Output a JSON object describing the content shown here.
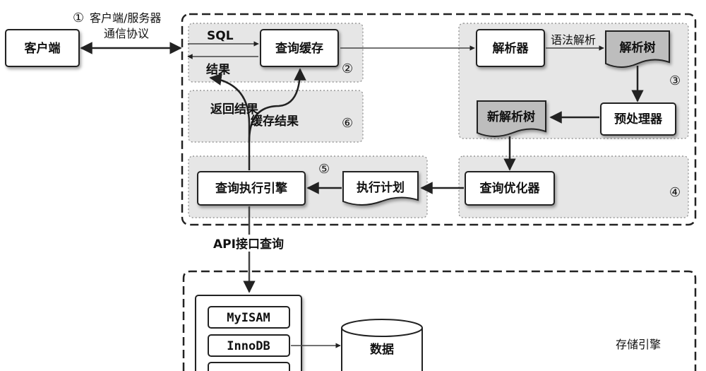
{
  "client": {
    "label": "客户端"
  },
  "protocol": {
    "number": "①",
    "line1": "客户端/服务器",
    "line2": "通信协议"
  },
  "query_cache": {
    "label": "查询缓存",
    "number": "②",
    "sql_label": "SQL",
    "result_label": "结果"
  },
  "parser": {
    "label": "解析器",
    "edge_label": "语法解析",
    "tree_label": "解析树",
    "number": "③"
  },
  "preprocessor": {
    "label": "预处理器",
    "new_tree_label": "新解析树"
  },
  "optimizer": {
    "label": "查询优化器",
    "number": "④"
  },
  "plan": {
    "label": "执行计划"
  },
  "executor": {
    "label": "查询执行引擎",
    "number": "⑤"
  },
  "results": {
    "return_label": "返回结果",
    "cache_label": "缓存结果",
    "number": "⑥"
  },
  "api": {
    "label": "API接口查询"
  },
  "storage": {
    "label": "存储引擎",
    "engines": [
      "MyISAM",
      "InnoDB",
      ""
    ],
    "data_label": "数据"
  }
}
